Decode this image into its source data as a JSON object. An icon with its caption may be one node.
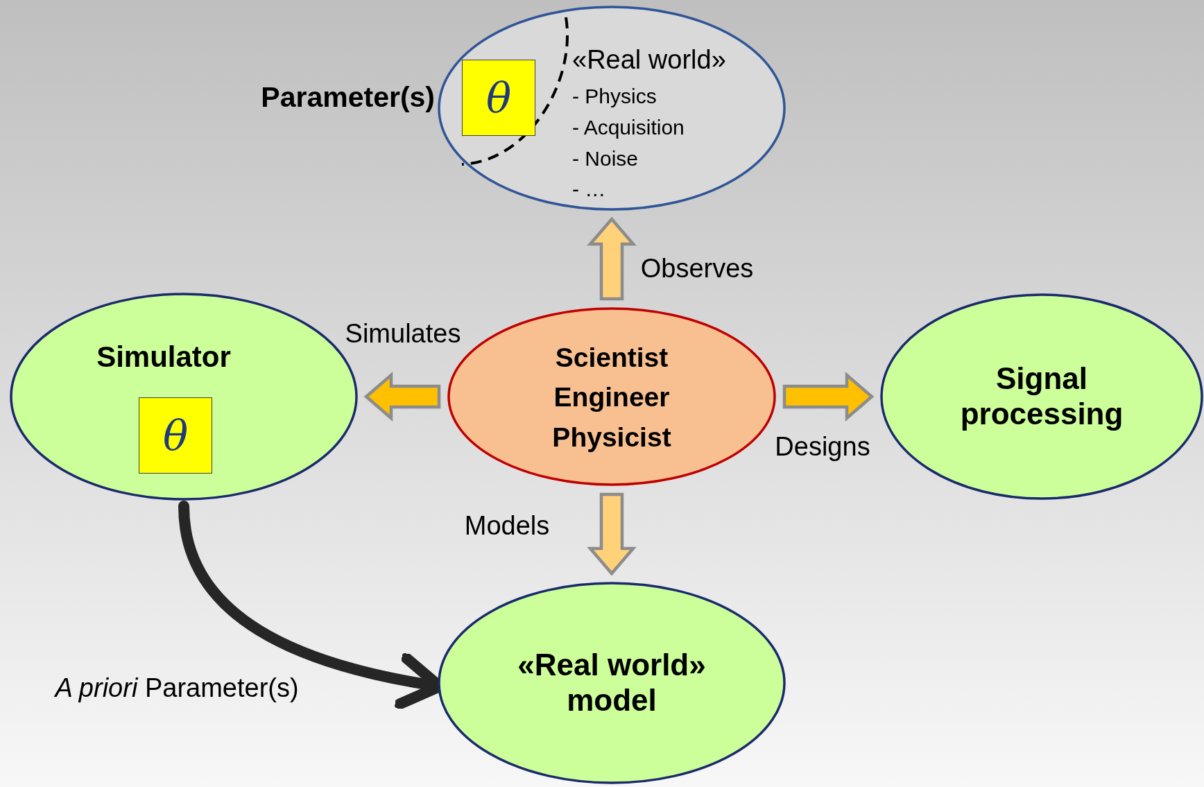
{
  "diagram": {
    "nodes": [
      {
        "text": [
          "«Real world»",
          "- Physics",
          "- Acquisition",
          "- Noise",
          "- …"
        ]
      },
      {
        "text": [
          "θ"
        ],
        "in": 0,
        "beside": [
          "Parameter(s)"
        ]
      },
      {
        "text": [
          "Simulator"
        ]
      },
      {
        "text": [
          "θ"
        ],
        "in": 2
      },
      {
        "text": [
          "Scientist",
          "Engineer",
          "Physicist"
        ]
      },
      {
        "text": [
          "Signal processing"
        ]
      },
      {
        "text": [
          "«Real world» model"
        ]
      }
    ],
    "edges": [
      {
        "from": 4,
        "to": 0,
        "arrow": "to",
        "label": "Observes",
        "style": "thick",
        "color": "#ffd27a"
      },
      {
        "from": 4,
        "to": 2,
        "arrow": "to",
        "label": "Simulates",
        "style": "thick"
      },
      {
        "from": 4,
        "to": 5,
        "arrow": "to",
        "label": "Designs",
        "style": "thick"
      },
      {
        "from": 4,
        "to": 6,
        "arrow": "to",
        "label": "Models",
        "style": "thick",
        "color": "#ffd27a"
      },
      {
        "from": 2,
        "to": 6,
        "arrow": "to",
        "label": "*A priori* Parameter(s)",
        "color": "#262626"
      }
    ]
  }
}
